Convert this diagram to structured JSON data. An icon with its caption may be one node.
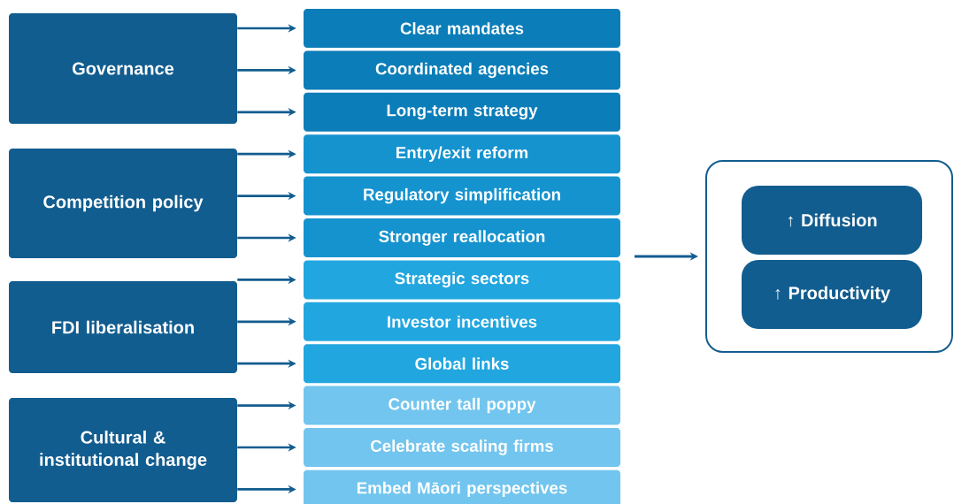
{
  "diagram": {
    "nodes": [
      {
        "text": [
          "Governance"
        ]
      },
      {
        "text": [
          "Clear mandates"
        ]
      },
      {
        "text": [
          "Coordinated agencies"
        ]
      },
      {
        "text": [
          "Long-term strategy"
        ]
      },
      {
        "text": [
          "Competition policy"
        ]
      },
      {
        "text": [
          "Entry/exit reform"
        ]
      },
      {
        "text": [
          "Regulatory simplification"
        ]
      },
      {
        "text": [
          "Stronger reallocation"
        ]
      },
      {
        "text": [
          "FDI liberalisation"
        ]
      },
      {
        "text": [
          "Strategic sectors"
        ]
      },
      {
        "text": [
          "Investor incentives"
        ]
      },
      {
        "text": [
          "Global links"
        ]
      },
      {
        "text": [
          "Cultural & institutional change"
        ]
      },
      {
        "text": [
          "Counter tall poppy"
        ]
      },
      {
        "text": [
          "Celebrate scaling firms"
        ]
      },
      {
        "text": [
          "Embed Māori perspectives"
        ]
      },
      {
        "text": [],
        "shape": "box"
      },
      {
        "text": [
          "↑ Diffusion"
        ],
        "in": 16
      },
      {
        "text": [
          "↑ Productivity"
        ],
        "in": 16
      }
    ],
    "edges": [
      {
        "from": 0,
        "to": 1,
        "arrow": "to"
      },
      {
        "from": 0,
        "to": 2,
        "arrow": "to"
      },
      {
        "from": 0,
        "to": 3,
        "arrow": "to"
      },
      {
        "from": 4,
        "to": 5,
        "arrow": "to"
      },
      {
        "from": 4,
        "to": 6,
        "arrow": "to"
      },
      {
        "from": 4,
        "to": 7,
        "arrow": "to"
      },
      {
        "from": 8,
        "to": 9,
        "arrow": "to"
      },
      {
        "from": 8,
        "to": 10,
        "arrow": "to"
      },
      {
        "from": 8,
        "to": 11,
        "arrow": "to"
      },
      {
        "from": 12,
        "to": 13,
        "arrow": "to"
      },
      {
        "from": 12,
        "to": 14,
        "arrow": "to"
      },
      {
        "from": 12,
        "to": 15,
        "arrow": "to"
      },
      {
        "from": null,
        "to": 16,
        "arrow": "to"
      }
    ]
  }
}
